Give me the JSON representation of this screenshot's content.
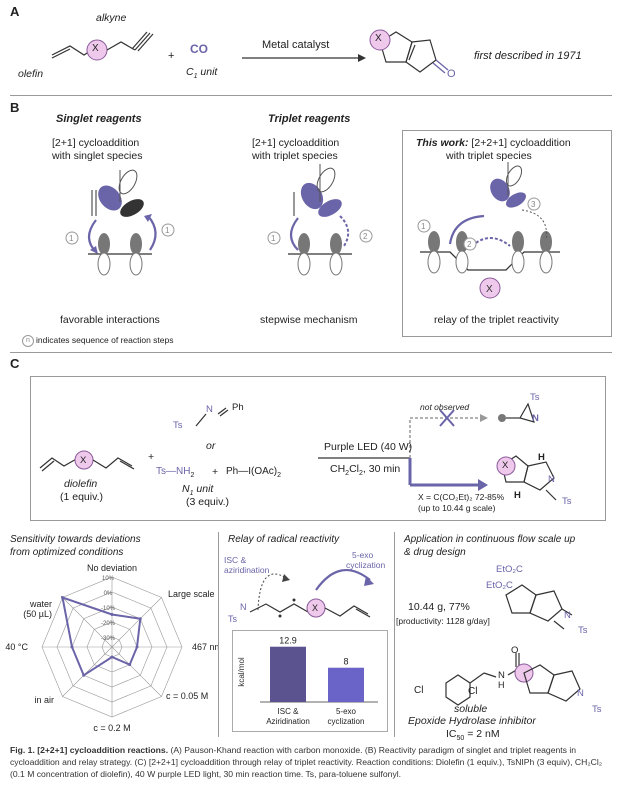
{
  "panelA": {
    "label": "A",
    "alkyne": "alkyne",
    "olefin": "olefin",
    "x": "X",
    "plus": "+",
    "co": "CO",
    "c1_prefix": "C",
    "c1_sub": "1",
    "c1_suffix": " unit",
    "catalyst": "Metal catalyst",
    "first": "first described in 1971",
    "o": "O"
  },
  "panelB": {
    "label": "B",
    "singlet_title": "Singlet reagents",
    "singlet_line1": "[2+1] cycloaddition",
    "singlet_line2": "with singlet species",
    "singlet_bottom": "favorable interactions",
    "triplet_title": "Triplet reagents",
    "triplet_line1": "[2+1] cycloaddition",
    "triplet_line2": "with triplet species",
    "triplet_bottom": "stepwise mechanism",
    "work_bold": "This work:",
    "work_line1": " [2+2+1] cycloaddition",
    "work_line2": "with triplet species",
    "work_bottom": "relay of the triplet reactivity",
    "n_circle": "n",
    "note": "indicates sequence of reaction steps",
    "step1": "1",
    "step2": "2",
    "step3": "3"
  },
  "panelC": {
    "label": "C",
    "ts": "Ts",
    "n": "N",
    "ph": "Ph",
    "or": "or",
    "tsnh2": "Ts—NH",
    "nh2_sub": "2",
    "ph_i": "Ph—I(OAc)",
    "oac_sub": "2",
    "plus": "+",
    "n1_prefix": "N",
    "n1_sub": "1",
    "n1_suffix": " unit",
    "n1_equiv": "(3 equiv.)",
    "diolefin": "diolefin",
    "diolefin_equiv": "(1 equiv.)",
    "led": "Purple LED (40 W)",
    "solvent_main": "CH",
    "solvent_sub1": "2",
    "solvent_mid": "Cl",
    "solvent_sub2": "2",
    "solvent_end": ", 30 min",
    "not_observed": "not observed",
    "x_yield": "X = C(CO₂Et)₂ 72-85%",
    "scale": "(up to 10.44 g scale)",
    "h": "H",
    "x": "X"
  },
  "bottom": {
    "sens_title1": "Sensitivity towards deviations",
    "sens_title2": "from optimized conditions",
    "relay_title": "Relay of radical reactivity",
    "flow_title1": "Application in continuous flow scale up",
    "flow_title2": "& drug design",
    "isc": "ISC &",
    "isc2": "aziridination",
    "exo": "5-exo",
    "exo2": "cyclization",
    "kcal": "kcal/mol",
    "mass_yield": "10.44 g, 77%",
    "productivity": "[productivity: 1128 g/day]",
    "eto2c_1": "EtO₂C",
    "eto2c_2": "EtO₂C",
    "cl1": "Cl",
    "cl2": "Cl",
    "o": "O",
    "nh": "N",
    "nh_h": "H",
    "soluble": "soluble",
    "inhibitor": "Epoxide Hydrolase inhibitor",
    "ic50": "IC",
    "ic50_sub": "50",
    "ic50_val": " = 2 nM"
  },
  "radar": {
    "labels": [
      "No deviation",
      "Large scale",
      "467 nm",
      "c = 0.05 M",
      "c = 0.2 M",
      "in air",
      "40 °C",
      "water (50 µL)"
    ],
    "water_line2": "(50 µL)",
    "water_line1": "water",
    "ticks": [
      "-30%",
      "-20%",
      "-10%",
      "0%",
      "10%"
    ],
    "levels": [
      -30,
      -20,
      -10,
      0,
      10
    ],
    "values": [
      -15,
      -10,
      -20,
      -20,
      -30,
      -10,
      -10,
      10
    ],
    "color": "#6a64a8"
  },
  "chart_data": {
    "type": "bar",
    "categories": [
      "ISC & Aziridination",
      "5-exo cyclization"
    ],
    "values": [
      12.9,
      8
    ],
    "value_labels": [
      "12.9",
      "8"
    ],
    "ylabel": "kcal/mol",
    "ylim": [
      0,
      14
    ],
    "cat_line1": [
      "ISC &",
      "5-exo"
    ],
    "cat_line2": [
      "Aziridination",
      "cyclization"
    ],
    "colors": [
      "#5a5390",
      "#6a64c8"
    ]
  },
  "caption": {
    "fig": "Fig. 1. [2+2+1] cycloaddition reactions.",
    "text": " (A) Pauson-Khand reaction with carbon monoxide. (B) Reactivity paradigm of singlet and triplet reagents in cycloaddition and relay strategy. (C) [2+2+1] cycloaddition through relay of triplet reactivity. Reaction conditions: Diolefin (1 equiv.), TsNIPh (3 equiv), CH₂Cl₂ (0.1 M concentration of diolefin), 40 W purple LED light, 30 min reaction time. Ts, para-toluene sulfonyl."
  },
  "colors": {
    "accent": "#6a64a8",
    "pink": "#efc9ec",
    "pink_stroke": "#8a5a9a"
  }
}
